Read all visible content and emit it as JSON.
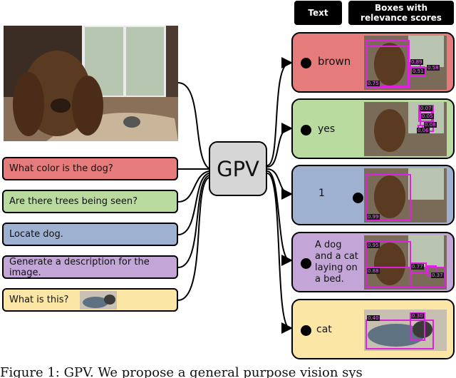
{
  "header": {
    "text_label": "Text",
    "boxes_label_line1": "Boxes with",
    "boxes_label_line2": "relevance scores"
  },
  "model_label": "GPV",
  "prompts": [
    {
      "text": "What color is the dog?",
      "color": "#e57b7b"
    },
    {
      "text": "Are there trees being seen?",
      "color": "#b9dba0"
    },
    {
      "text": "Locate dog.",
      "color": "#9fb1d1"
    },
    {
      "text": "Generate a description for the image.",
      "color": "#c4a5d8"
    },
    {
      "text": "What is this?",
      "color": "#fbe6a6"
    }
  ],
  "outputs": [
    {
      "answer": "brown",
      "color": "#e57b7b",
      "scores": [
        "0.75",
        "0.89",
        "0.58",
        "0.51"
      ]
    },
    {
      "answer": "yes",
      "color": "#b9dba0",
      "scores": [
        "0.07",
        "0.05",
        "0.08",
        "0.06"
      ]
    },
    {
      "answer": "1",
      "color": "#9fb1d1",
      "scores": [
        "0.99"
      ]
    },
    {
      "answer_lines": [
        "A dog",
        "and a cat",
        "laying on",
        "a bed."
      ],
      "color": "#c4a5d8",
      "scores": [
        "0.95",
        "0.88",
        "0.77",
        "0.37"
      ]
    },
    {
      "answer": "cat",
      "color": "#fbe6a6",
      "scores": [
        "0.40",
        "0.30"
      ]
    }
  ],
  "caption": "Figure 1:  GPV. We propose a general purpose vision sys"
}
